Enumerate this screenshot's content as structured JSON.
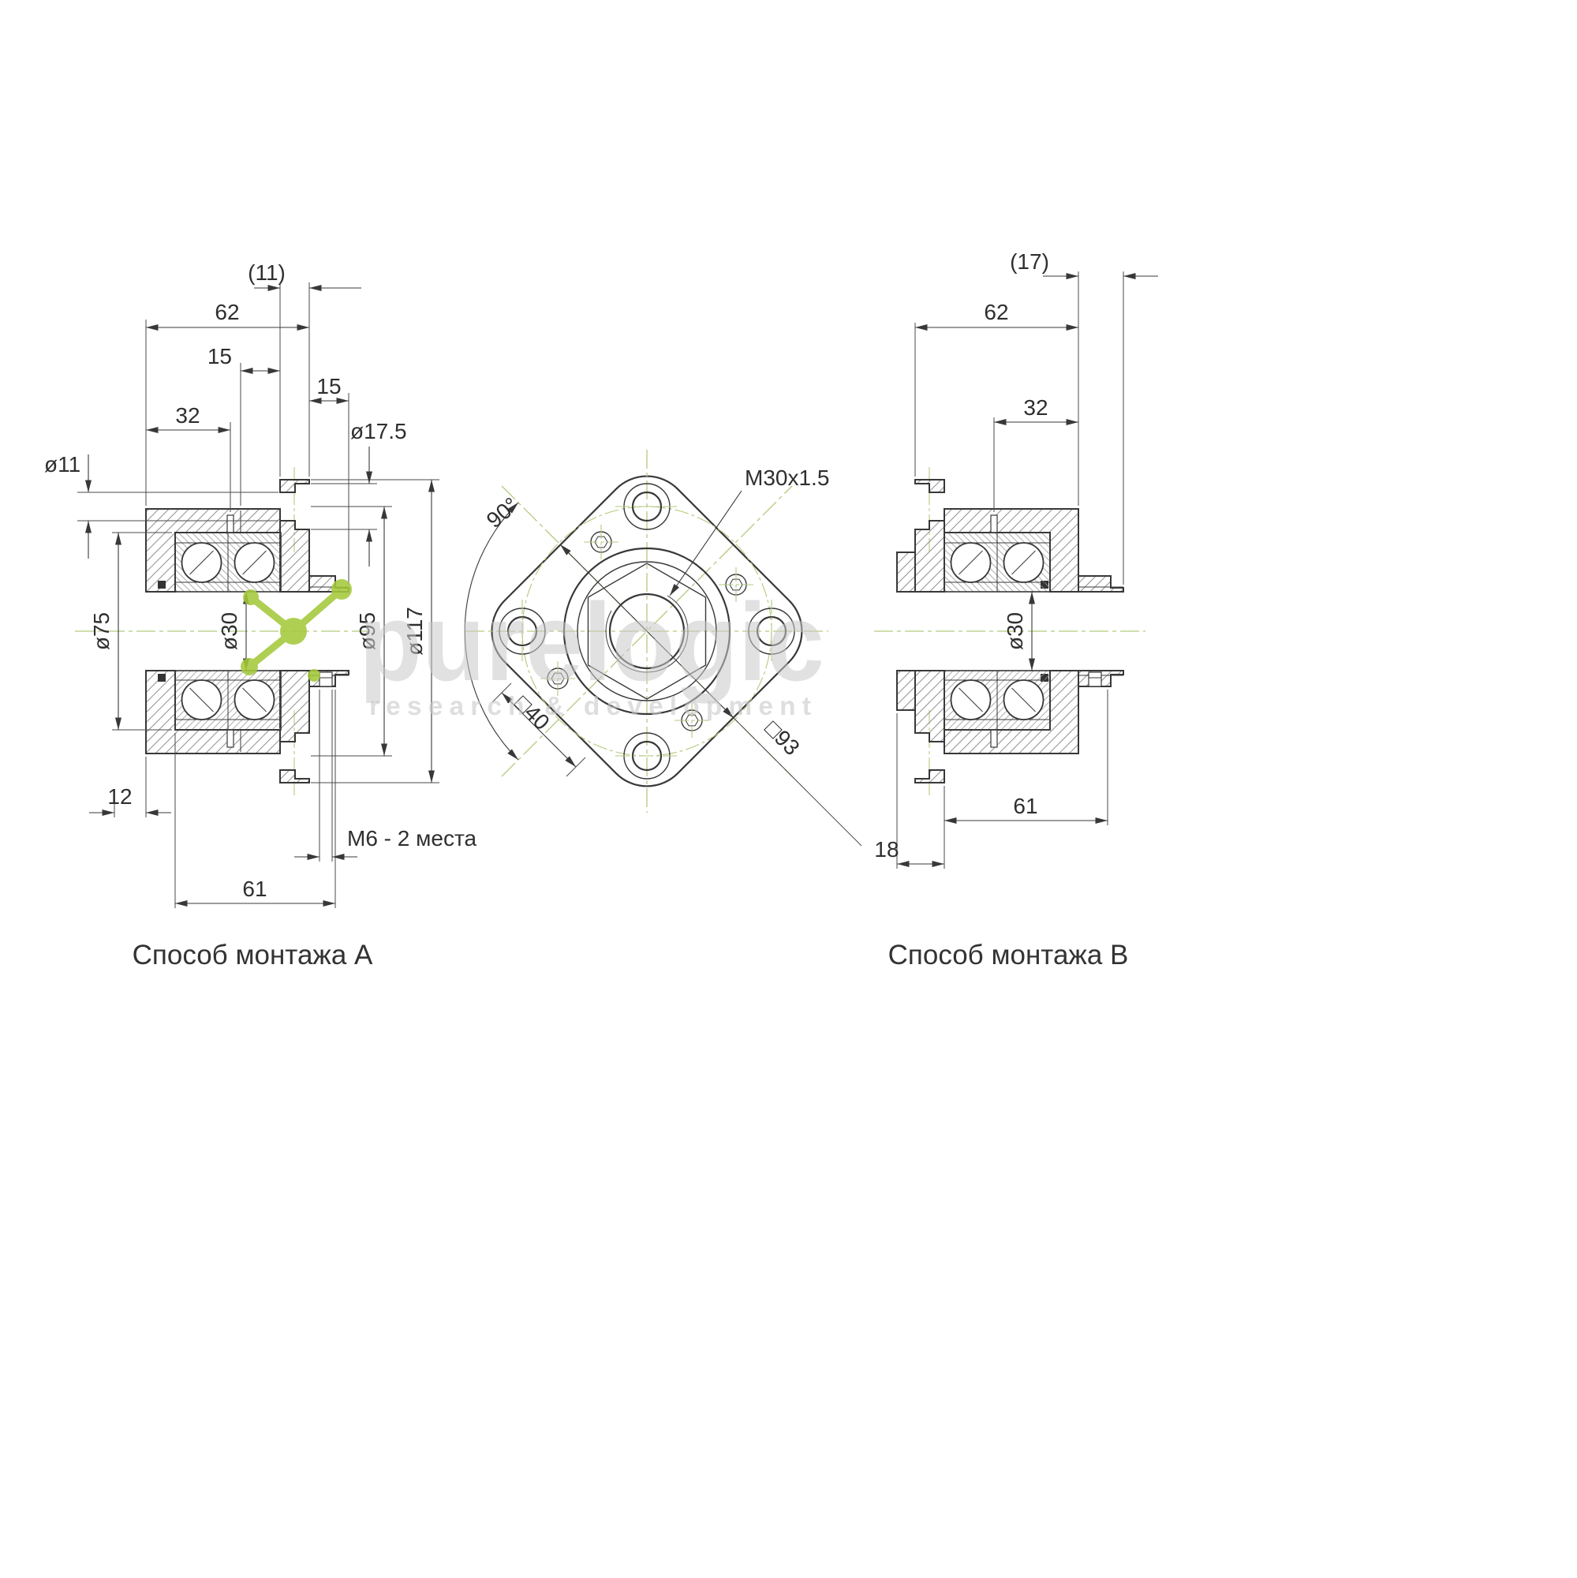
{
  "page": {
    "background": "#ffffff"
  },
  "watermark": {
    "brand": "purelogic",
    "tagline": "research & development",
    "brand_color": "#c9c9c9",
    "logo_color": "#a5c93c"
  },
  "drawing": {
    "line_color": "#383838",
    "centerline_color": "#b3c97e",
    "view_a": {
      "caption": "Способ монтажа A",
      "dims": {
        "flange_thk": "(11)",
        "len62": "62",
        "len15a": "15",
        "len15b": "15",
        "len32": "32",
        "cb_dia": "ø17.5",
        "hole_dia": "ø11",
        "bearing_od": "ø75",
        "bore_dia": "ø30",
        "bolt_circle": "ø95",
        "flange_dia": "ø117",
        "len12": "12",
        "thread_note": "M6 - 2 места",
        "len61": "61"
      }
    },
    "view_front": {
      "dims": {
        "angle": "90°",
        "thread": "M30x1.5",
        "square_inner": "□40",
        "square_outer": "□93"
      }
    },
    "view_b": {
      "caption": "Способ монтажа B",
      "dims": {
        "overhang": "(17)",
        "len62": "62",
        "len32": "32",
        "bore_dia": "ø30",
        "len61": "61",
        "len18": "18"
      }
    }
  }
}
